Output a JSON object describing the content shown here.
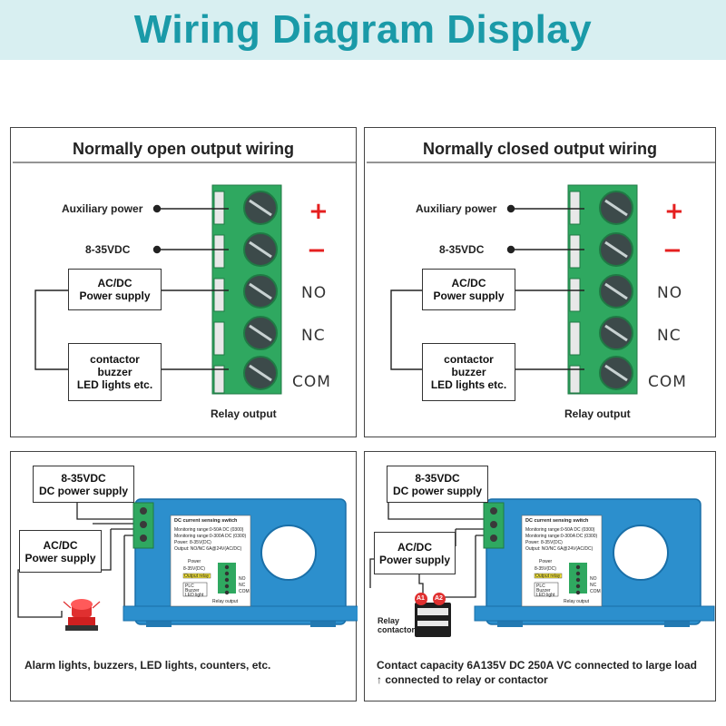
{
  "title": "Wiring Diagram Display",
  "colors": {
    "accent": "#1a9aa8",
    "terminal_green": "#2fa860",
    "sensor_blue": "#2c8fcd",
    "sign_red": "#e52020"
  },
  "panels": {
    "no": {
      "title": "Normally open output wiring",
      "aux_power": "Auxiliary power",
      "voltage": "8-35VDC",
      "supply_line1": "AC/DC",
      "supply_line2": "Power supply",
      "load_line1": "contactor",
      "load_line2": "buzzer",
      "load_line3": "LED lights etc.",
      "relay_output": "Relay output",
      "plus": "+",
      "minus": "−",
      "no": "NO",
      "nc": "NC",
      "com": "COM"
    },
    "nc": {
      "title": "Normally closed output wiring",
      "aux_power": "Auxiliary power",
      "voltage": "8-35VDC",
      "supply_line1": "AC/DC",
      "supply_line2": "Power supply",
      "load_line1": "contactor",
      "load_line2": "buzzer",
      "load_line3": "LED lights etc.",
      "relay_output": "Relay output",
      "plus": "+",
      "minus": "−",
      "no": "NO",
      "nc": "NC",
      "com": "COM"
    },
    "photo_left": {
      "dc_line1": "8-35VDC",
      "dc_line2": "DC power supply",
      "ac_line1": "AC/DC",
      "ac_line2": "Power supply",
      "caption": "Alarm lights, buzzers, LED lights, counters, etc."
    },
    "photo_right": {
      "dc_line1": "8-35VDC",
      "dc_line2": "DC power supply",
      "ac_line1": "AC/DC",
      "ac_line2": "Power supply",
      "relay_line1": "Relay",
      "relay_line2": "contactor",
      "a1": "A1",
      "a2": "A2",
      "caption": "Contact capacity 6A135V DC 250A VC connected to large load ↑ connected to relay or contactor"
    }
  },
  "sensor_label": {
    "heading": "DC current sensing switch",
    "line1": "Monitoring range:0-50A DC (0300)",
    "line2": "Monitoring range:0-300A DC (0300)",
    "line3": "Power: 8-35V(DC)",
    "line4": "Output: NO/NC 6A@24V(AC/DC)",
    "power": "Power",
    "voltage": "8-35V(DC)",
    "output_relay": "Output relay",
    "plc": "PLC",
    "buzzer": "Buzzer",
    "led": "LED light",
    "relay_output": "Relay output",
    "no": "NO",
    "nc": "NC",
    "com": "COM"
  }
}
